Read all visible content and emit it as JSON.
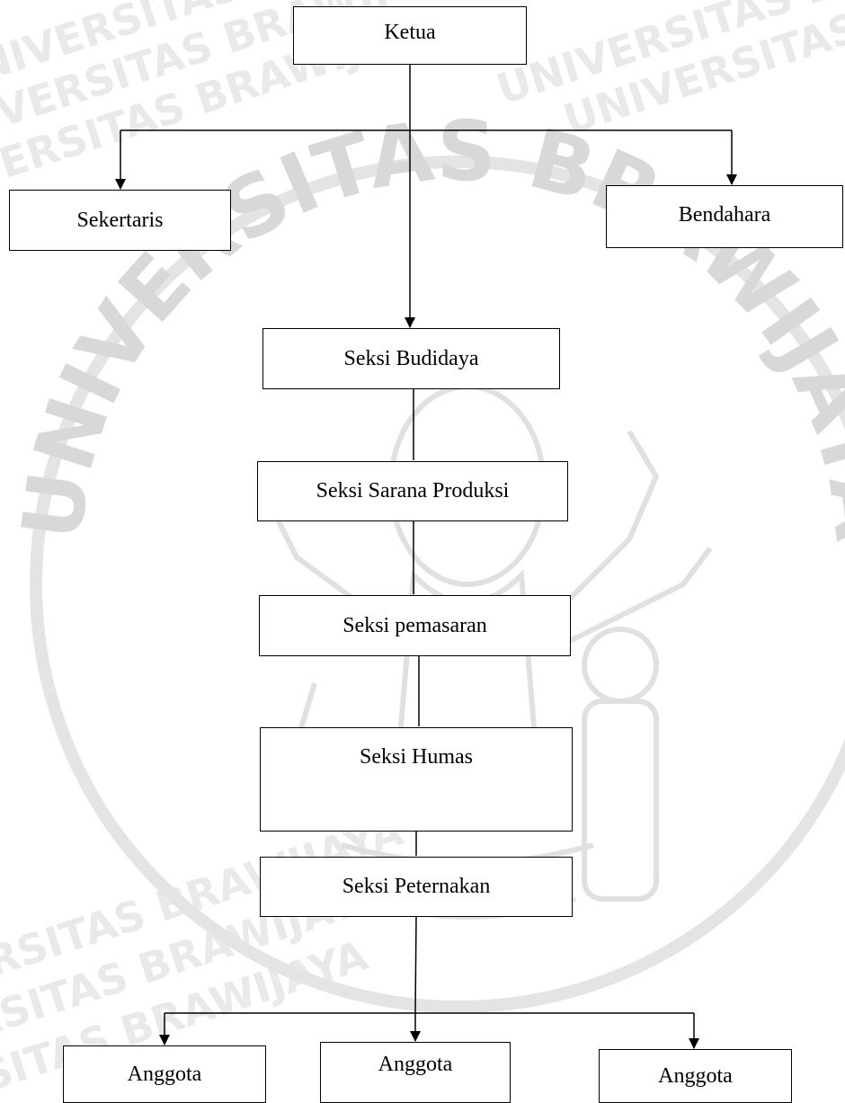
{
  "watermark": {
    "text": "UNIVERSITAS BRAWIJAYA",
    "tile_text": "UNIVERSITAS BRAWIJAYA"
  },
  "nodes": {
    "ketua": "Ketua",
    "sekertaris": "Sekertaris",
    "bendahara": "Bendahara",
    "seksi_budidaya": "Seksi Budidaya",
    "seksi_sarana_produksi": "Seksi Sarana Produksi",
    "seksi_pemasaran": "Seksi pemasaran",
    "seksi_humas": "Seksi Humas",
    "seksi_peternakan": "Seksi Peternakan",
    "anggota_1": "Anggota",
    "anggota_2": "Anggota",
    "anggota_3": "Anggota"
  },
  "colors": {
    "line": "#000000",
    "box_fill": "#ffffff",
    "watermark": "#d8d8d8"
  }
}
